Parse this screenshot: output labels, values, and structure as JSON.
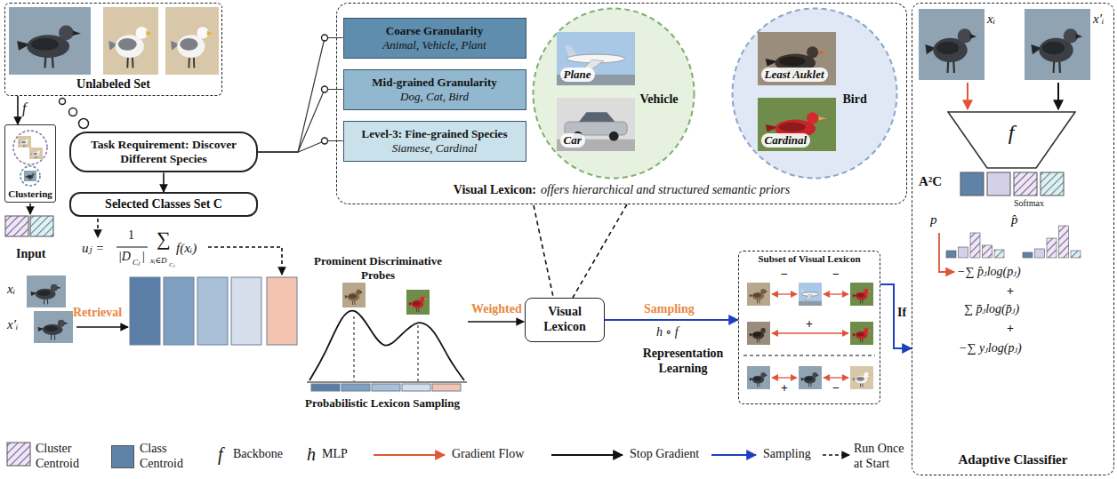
{
  "diagram": {
    "nodes": [
      {
        "text": [
          "Unlabeled Set"
        ]
      },
      {
        "text": [
          "Clustering"
        ]
      },
      {
        "text": [
          "Task Requirement: Discover Different Species"
        ]
      },
      {
        "text": [
          "Selected Classes Set C"
        ]
      },
      {
        "text": [
          "Visual Lexicon:",
          "offers hierarchical and structured semantic priors"
        ]
      },
      {
        "text": [
          "Coarse Granularity",
          "Animal, Vehicle, Plant"
        ],
        "in": 4
      },
      {
        "text": [
          "Mid-grained Granularity",
          "Dog, Cat, Bird"
        ],
        "in": 4
      },
      {
        "text": [
          "Level-3: Fine-grained Species",
          "Siamese, Cardinal"
        ],
        "in": 4
      },
      {
        "text": [
          "Vehicle"
        ],
        "in": 4
      },
      {
        "text": [
          "Plane"
        ],
        "in": 8
      },
      {
        "text": [
          "Car"
        ],
        "in": 8
      },
      {
        "text": [
          "Bird"
        ],
        "in": 4
      },
      {
        "text": [
          "Least Auklet"
        ],
        "in": 11
      },
      {
        "text": [
          "Cardinal"
        ],
        "in": 11
      },
      {
        "text": [
          "Visual Lexicon"
        ]
      },
      {
        "text": [
          "Subset of Visual Lexicon"
        ]
      },
      {
        "text": [
          "Adaptive Classifier"
        ]
      },
      {
        "text": [
          "f"
        ],
        "in": 16
      }
    ],
    "edges": [
      {
        "from": 0,
        "to": 1,
        "label": "f",
        "arrow": "to"
      },
      {
        "from": 2,
        "to": 3,
        "arrow": "to"
      },
      {
        "from": 2,
        "to": 5,
        "arrow": "none"
      },
      {
        "from": 2,
        "to": 6,
        "arrow": "none"
      },
      {
        "from": 2,
        "to": 7,
        "arrow": "none"
      },
      {
        "from": 4,
        "to": 14,
        "arrow": "none"
      },
      {
        "from": 14,
        "to": 15,
        "label": "Sampling",
        "arrow": "to"
      },
      {
        "from": 15,
        "to": 16,
        "label": "If",
        "arrow": "to"
      }
    ],
    "labels": [
      "xᵢ",
      "x′ᵢ",
      "Input",
      "Retrieval",
      "uⱼ =",
      "1",
      "|D",
      "Cⱼ",
      "|",
      "∑",
      "xᵢ∈D",
      "Cⱼ",
      "f(xᵢ)",
      "Prominent Discriminative Probes",
      "Probabilistic Lexicon Sampling",
      "Weighted",
      "h ∘ f",
      "Representation Learning",
      "−",
      "−",
      "+",
      "+",
      "−",
      "xᵢ",
      "x′ᵢ",
      "A²C",
      "Softmax",
      "p",
      "p̂",
      "−∑ p̂ⱼlog(pⱼ)",
      "+",
      "∑ p̄ⱼlog(p̄ⱼ)",
      "+",
      "−∑ yⱼlog(pⱼ)",
      "f",
      "h"
    ],
    "legend": [
      {
        "text": "Cluster Centroid"
      },
      {
        "text": "Class Centroid",
        "color": "#5f82a8"
      },
      {
        "text": "Backbone"
      },
      {
        "text": "MLP"
      },
      {
        "text": "Gradient Flow"
      },
      {
        "text": "Stop Gradient"
      },
      {
        "text": "Sampling"
      },
      {
        "text": "Run Once at Start"
      }
    ]
  }
}
